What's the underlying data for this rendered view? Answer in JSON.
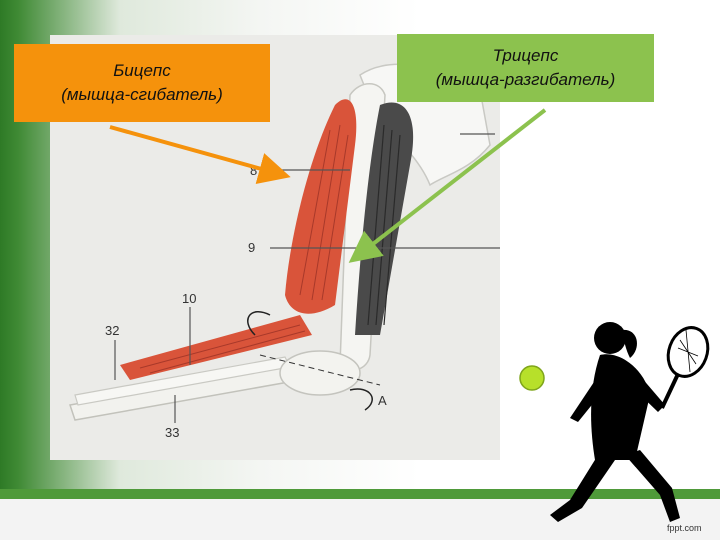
{
  "biceps": {
    "line1": "Бицепс",
    "line2": "(мышца-сгибатель)"
  },
  "triceps": {
    "line1": "Трицепс",
    "line2": "(мышца-разгибатель)"
  },
  "figure": {
    "labels": {
      "n8": "8",
      "n9": "9",
      "n10": "10",
      "n32": "32",
      "n33": "33",
      "a": "A"
    }
  },
  "watermark": "fppt.com",
  "colors": {
    "biceps_box": "#f5920c",
    "triceps_box": "#8cc24e",
    "muscle": "#d9543a"
  }
}
